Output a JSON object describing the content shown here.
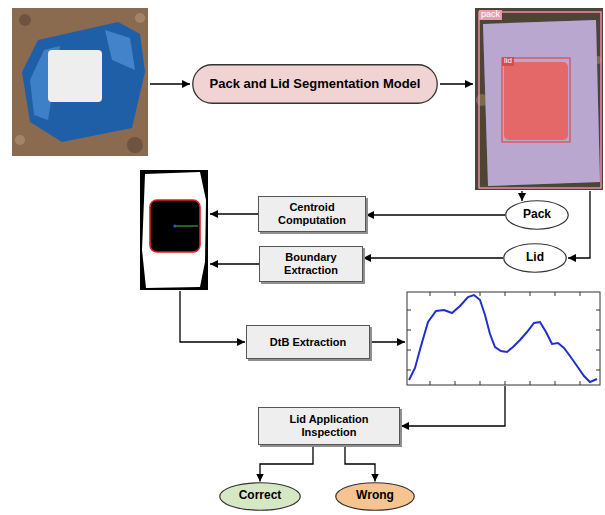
{
  "diagram": {
    "nodes": [
      {
        "text": [
          "Pack and Lid Segmentation Model"
        ]
      },
      {
        "text": [
          "Pack"
        ]
      },
      {
        "text": [
          "Lid"
        ]
      },
      {
        "text": [
          "Centroid Computation"
        ]
      },
      {
        "text": [
          "Boundary Extraction"
        ]
      },
      {
        "text": [
          "DtB Extraction"
        ]
      },
      {
        "text": [
          "Lid Application Inspection"
        ]
      },
      {
        "text": [
          "Correct"
        ]
      },
      {
        "text": [
          "Wrong"
        ]
      }
    ],
    "edges": [
      {
        "from": 1,
        "to": 3,
        "arrow": "to"
      },
      {
        "from": 2,
        "to": 4,
        "arrow": "to"
      },
      {
        "from": 6,
        "to": 7,
        "arrow": "to"
      },
      {
        "from": 6,
        "to": 8,
        "arrow": "to"
      }
    ],
    "labels": [
      "pack",
      "lid"
    ]
  }
}
